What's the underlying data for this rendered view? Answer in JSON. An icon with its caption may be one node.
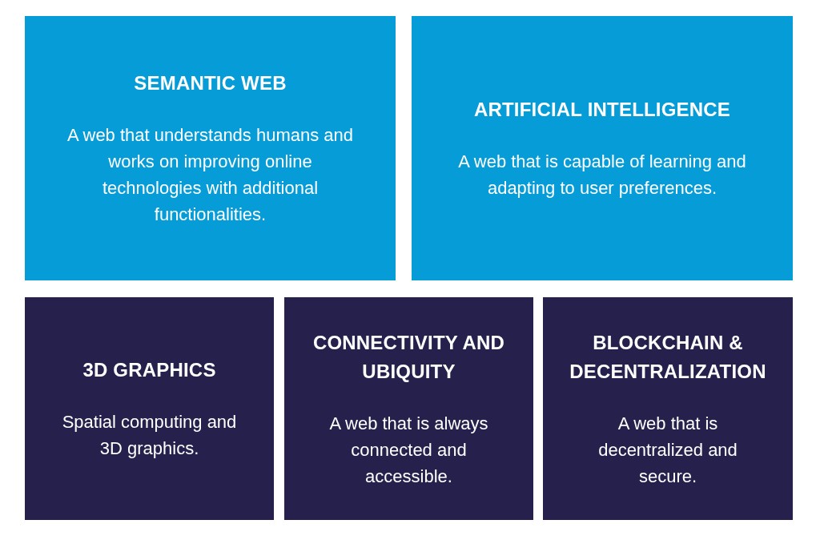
{
  "diagram": {
    "nodes": [
      {
        "text": [
          "SEMANTIC WEB",
          "A web that understands humans and works on improving online technologies with additional functionalities."
        ]
      },
      {
        "text": [
          "ARTIFICIAL INTELLIGENCE",
          "A web that is capable of learning and adapting to user preferences."
        ]
      },
      {
        "text": [
          "3D GRAPHICS",
          "Spatial computing and 3D graphics."
        ]
      },
      {
        "text": [
          "CONNECTIVITY AND UBIQUITY",
          "A web that is always connected and accessible."
        ]
      },
      {
        "text": [
          "BLOCKCHAIN & DECENTRALIZATION",
          "A web that is decentralized and secure."
        ]
      }
    ]
  }
}
